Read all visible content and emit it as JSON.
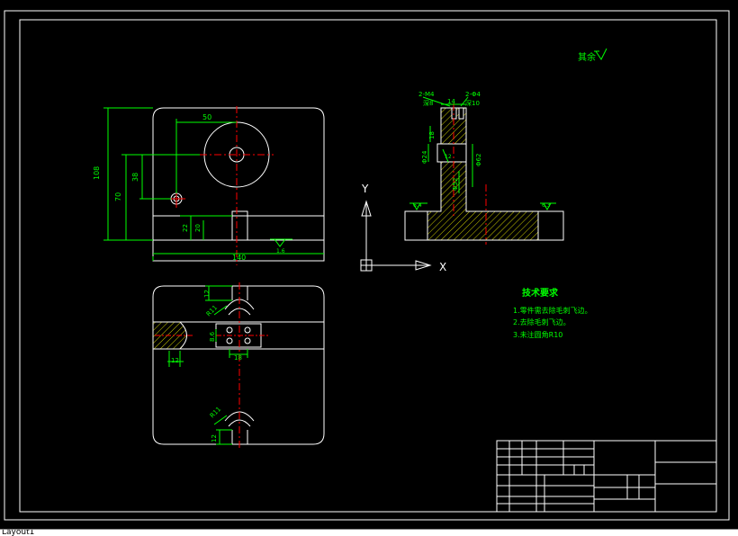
{
  "colors": {
    "background": "#000000",
    "frame": "#ffffff",
    "dimension": "#00ff00",
    "centerline": "#ff0000",
    "hatch": "#ffff00",
    "axis": "#ffffff"
  },
  "surface_finish_note": "其余",
  "technical_requirements": {
    "title": "技术要求",
    "items": [
      "1.零件需去除毛刺飞边。",
      "2.去除毛刺飞边。",
      "3.未注圆角R10"
    ]
  },
  "front_view": {
    "dims": {
      "width": "140",
      "height": "108",
      "hole_offset": "50",
      "height_70": "70",
      "height_38": "38",
      "slot_22": "22",
      "slot_20": "20",
      "roughness": "1.6"
    }
  },
  "side_view": {
    "dims": {
      "thread_top_left": "2-M4",
      "thread_top_left_sub": "深8",
      "thread_top_right": "2-Φ4",
      "thread_top_right_sub": "深10",
      "top_width": "14",
      "dim_18": "18",
      "dim_24": "Φ24",
      "dim_12": "12",
      "dim_62": "Φ62",
      "dim_phi": "Φ52",
      "rough_left": "6.4",
      "rough_right": "6.3"
    }
  },
  "top_view": {
    "dims": {
      "top_12": "12",
      "top_r": "R11",
      "mid_86": "8.6",
      "mid_18": "18",
      "mid_12": "12",
      "bottom_r": "R11",
      "bottom_12": "12"
    }
  },
  "ucs": {
    "x_label": "X",
    "y_label": "Y"
  },
  "layout_tab": "Layout1"
}
